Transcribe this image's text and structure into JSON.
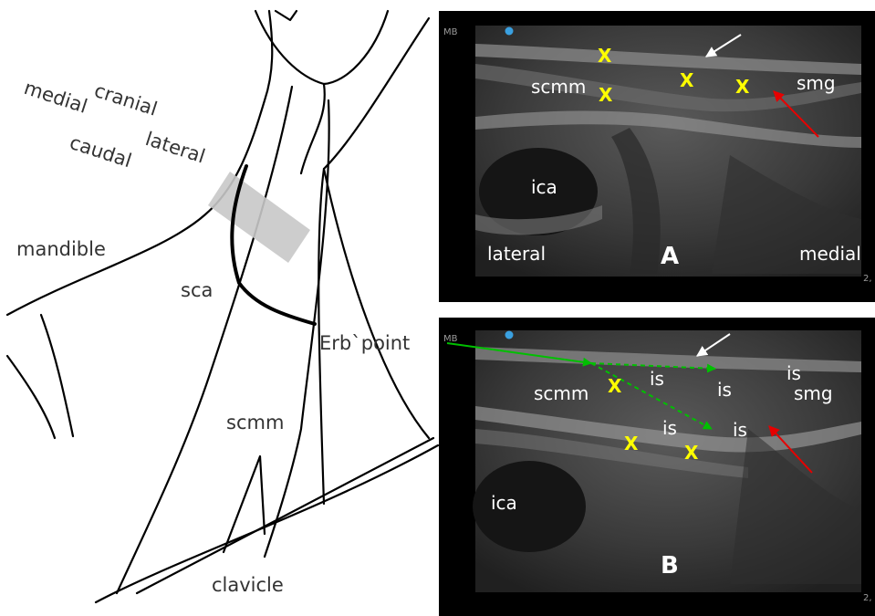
{
  "sketch": {
    "orientation": {
      "cranial": "cranial",
      "medial": "medial",
      "lateral": "lateral",
      "caudal": "caudal"
    },
    "labels": {
      "mandible": "mandible",
      "sca": "sca",
      "erb_point": "Erb`point",
      "scmm": "scmm",
      "clavicle": "clavicle"
    }
  },
  "panel_a": {
    "corner_tag": "MB",
    "scale_tag": "2,",
    "panel_letter": "A",
    "labels": {
      "scmm": "scmm",
      "smg": "smg",
      "ica": "ica",
      "lateral": "lateral",
      "medial": "medial"
    },
    "marker_glyph": "X"
  },
  "panel_b": {
    "corner_tag": "MB",
    "scale_tag": "2,",
    "panel_letter": "B",
    "labels": {
      "is": "is",
      "scmm": "scmm",
      "smg": "smg",
      "ica": "ica"
    },
    "marker_glyph": "X"
  },
  "colors": {
    "marker": "#ffff00",
    "white_arrow": "#ffffff",
    "red_arrow": "#e60000",
    "green_arrow": "#00c000",
    "probe": "#c8c8c8",
    "dot": "#3aa0e0"
  }
}
